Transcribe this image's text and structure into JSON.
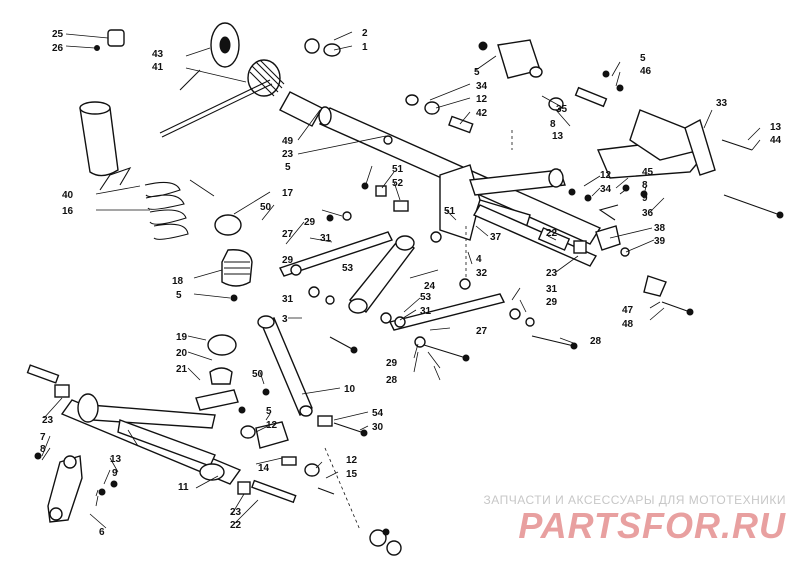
{
  "labels": [
    "1",
    "2",
    "3",
    "4",
    "5",
    "5",
    "5",
    "5",
    "5",
    "6",
    "7",
    "8",
    "8",
    "8",
    "9",
    "9",
    "10",
    "11",
    "12",
    "12",
    "12",
    "12",
    "13",
    "13",
    "13",
    "14",
    "15",
    "16",
    "17",
    "18",
    "19",
    "20",
    "21",
    "22",
    "22",
    "23",
    "23",
    "23",
    "23",
    "24",
    "25",
    "26",
    "27",
    "27",
    "28",
    "28",
    "29",
    "29",
    "29",
    "29",
    "30",
    "31",
    "31",
    "31",
    "31",
    "32",
    "33",
    "34",
    "34",
    "35",
    "36",
    "37",
    "38",
    "39",
    "40",
    "41",
    "42",
    "43",
    "44",
    "45",
    "46",
    "47",
    "48",
    "49",
    "50",
    "50",
    "51",
    "51",
    "52",
    "53",
    "53",
    "54"
  ],
  "watermark": {
    "tagline": "ЗАПЧАСТИ И АКСЕССУАРЫ ДЛЯ МОТОТЕХНИКИ",
    "logo": "PARTSFOR.RU"
  }
}
